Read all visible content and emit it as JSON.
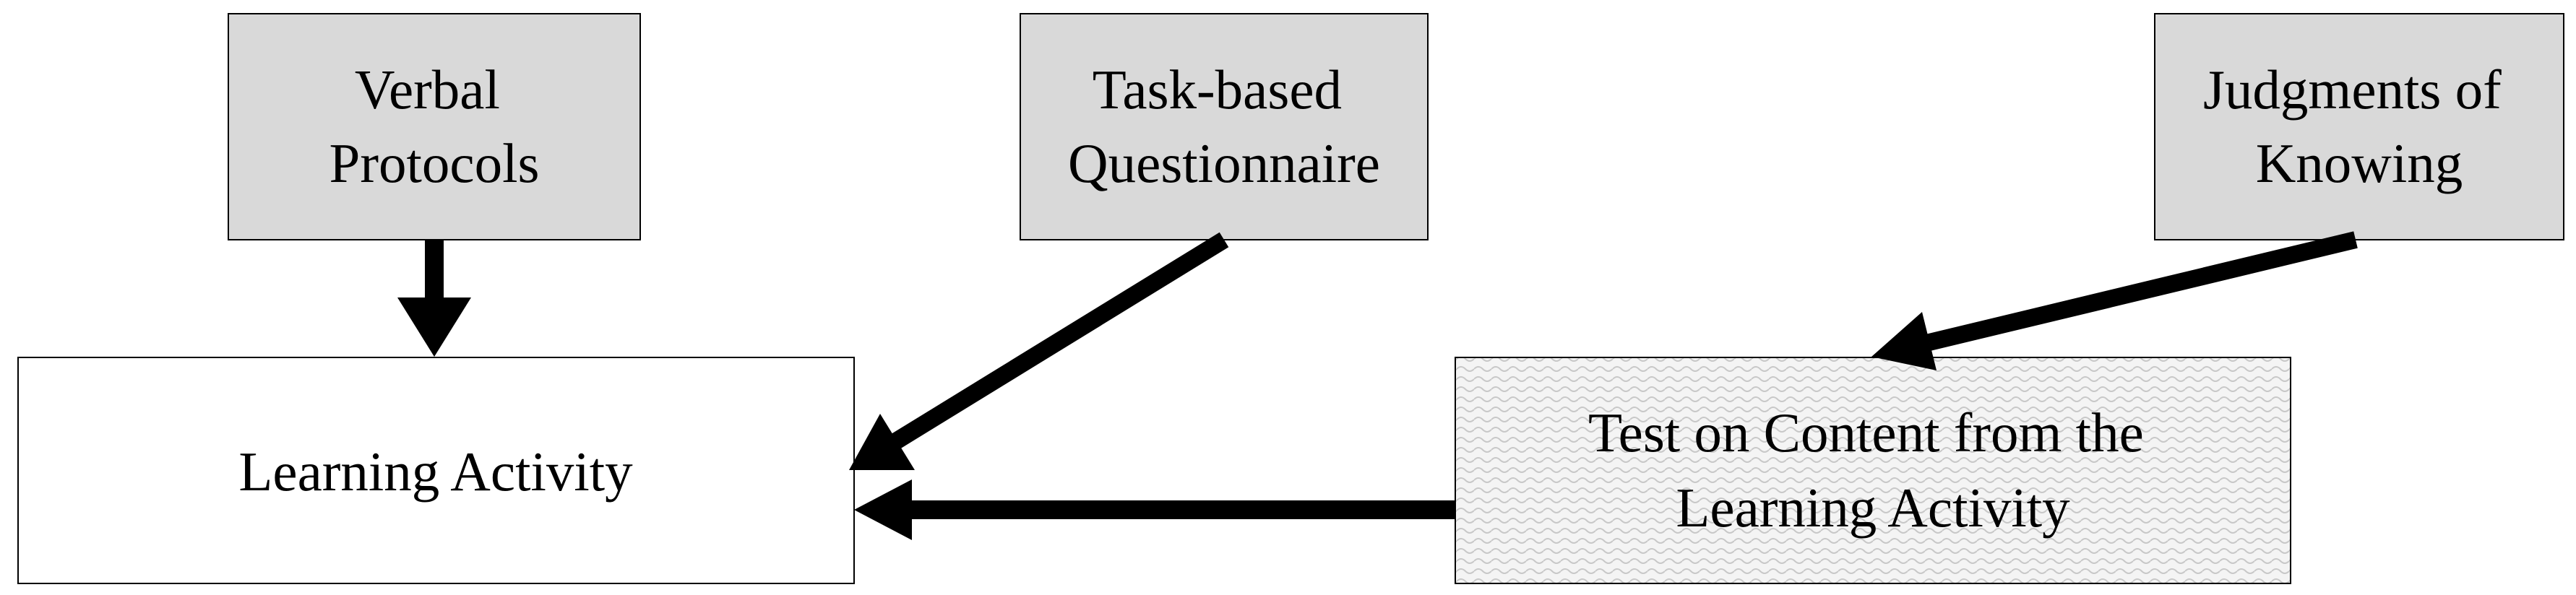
{
  "diagram": {
    "nodes": {
      "verbal_protocols": {
        "lines": [
          "Verbal",
          "Protocols"
        ]
      },
      "task_questionnaire": {
        "lines": [
          "Task-based",
          "Questionnaire"
        ]
      },
      "judgments_of_knowing": {
        "lines": [
          "Judgments of",
          "Knowing"
        ]
      },
      "learning_activity": {
        "lines": [
          "Learning Activity"
        ]
      },
      "test_on_content": {
        "lines": [
          "Test on Content from the",
          "Learning Activity"
        ]
      }
    },
    "edges": [
      {
        "from": "Verbal Protocols",
        "to": "Learning Activity"
      },
      {
        "from": "Task-based Questionnaire",
        "to": "Learning Activity"
      },
      {
        "from": "Judgments of Knowing",
        "to": "Test on Content from the Learning Activity"
      },
      {
        "from": "Test on Content from the Learning Activity",
        "to": "Learning Activity"
      }
    ],
    "colors": {
      "measure_box_fill": "#d9d9d9",
      "plain_box_fill": "#ffffff",
      "pattern_box_fill": "#f2f2f2",
      "stroke": "#000000"
    }
  }
}
